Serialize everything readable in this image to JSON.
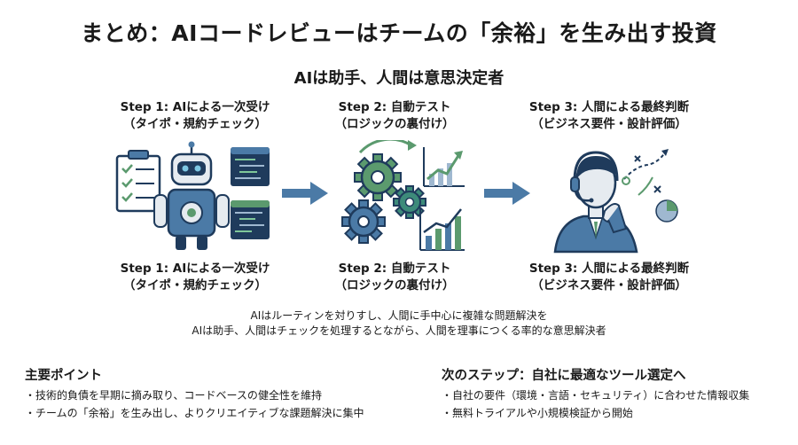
{
  "title": "まとめ：AIコードレビューはチームの「余裕」を生み出す投資",
  "subtitle": "AIは助手、人間は意思決定者",
  "steps": [
    {
      "name": "Step 1: AIによる一次受け",
      "detail": "（タイポ・規約チェック）",
      "icon": "ai-robot-code-review"
    },
    {
      "name": "Step 2: 自動テスト",
      "detail": "（ロジックの裏付け）",
      "icon": "gears-growth-chart"
    },
    {
      "name": "Step 3: 人間による最終判断",
      "detail": "（ビジネス要件・設計評価）",
      "icon": "human-decision-maker"
    }
  ],
  "description": [
    "AIはルーティンを対りすし、人間に手中心に複雑な問題解決を",
    "AIは助手、人間はチェックを処理するとながら、人間を理事につくる率的な意思解決者"
  ],
  "key_points": {
    "title": "主要ポイント",
    "items": [
      "技術的負債を早期に摘み取り、コードベースの健全性を維持",
      "チームの「余裕」を生み出し、よりクリエイティブな課題解決に集中"
    ]
  },
  "next_steps": {
    "title": "次のステップ：自社に最適なツール選定へ",
    "items": [
      "自社の要件（環境・言語・セキュリティ）に合わせた情報収集",
      "無料トライアルや小規模検証から開始"
    ]
  },
  "colors": {
    "navy": "#1f3b5c",
    "steel_blue": "#4b7aa6",
    "green": "#5b9a6e",
    "teal": "#3d8b7a",
    "light_gray": "#d5dde5"
  }
}
